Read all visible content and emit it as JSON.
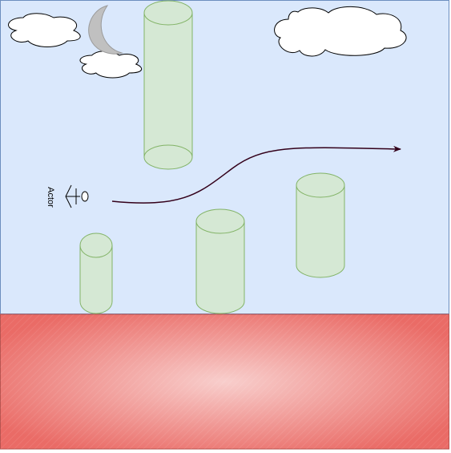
{
  "colors": {
    "sky_fill": "#dae8fc",
    "sky_stroke": "#6c8ebf",
    "cylinder_fill": "#d5e8d4",
    "cylinder_stroke": "#82b366",
    "ground_center": "#f8cecc",
    "ground_edge": "#ea6b66",
    "ground_stroke": "#b85450",
    "cloud_fill": "#ffffff",
    "cloud_stroke": "#000000",
    "moon_fill": "#c0c0c0",
    "arrow_stroke": "#33001a"
  },
  "actor": {
    "label": "Actor",
    "icon": "stick-figure-icon"
  },
  "moon": {
    "icon": "crescent-moon-icon"
  },
  "clouds": {
    "icon": "cloud-icon",
    "count": 3
  },
  "obstacles": {
    "shape": "cylinder",
    "count": 4
  },
  "path": {
    "shape": "curved-arrow"
  }
}
